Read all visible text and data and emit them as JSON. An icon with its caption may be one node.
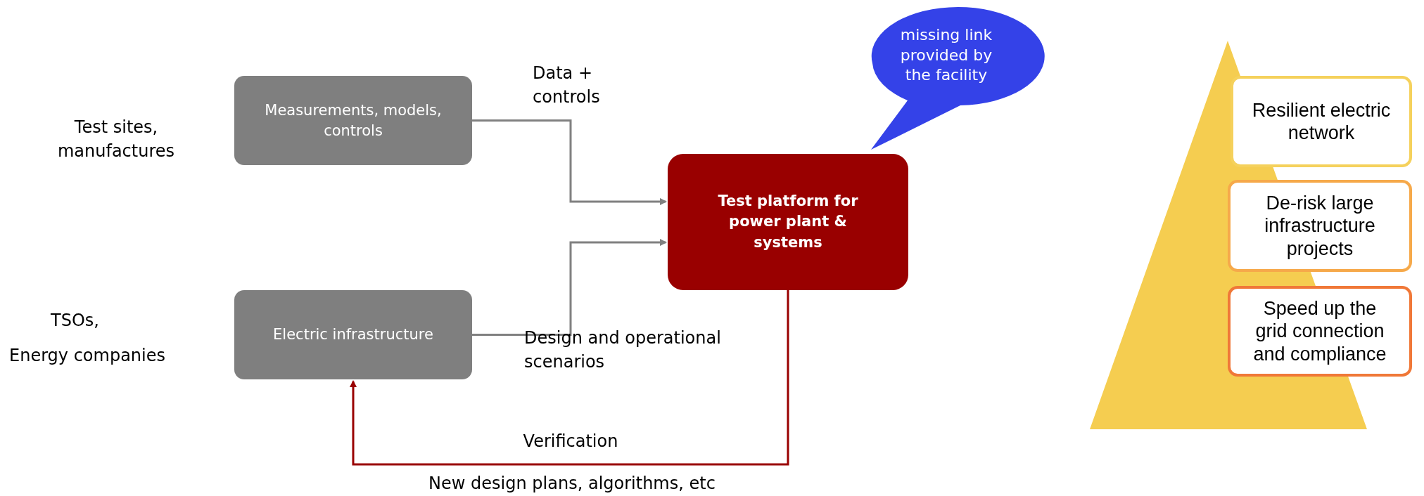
{
  "diagram": {
    "nodes": [
      {
        "text": [
          "Measurements, models, controls"
        ]
      },
      {
        "text": [
          "Electric infrastructure"
        ]
      },
      {
        "text": [
          "Test platform for power plant & systems"
        ]
      },
      {
        "text": [
          "missing link provided by the facility"
        ]
      },
      {
        "text": [
          "Resilient electric network"
        ]
      },
      {
        "text": [
          "De-risk large infrastructure projects"
        ]
      },
      {
        "text": [
          "Speed up the grid connection and compliance"
        ]
      }
    ],
    "edges": [
      {
        "from": 0,
        "to": 2,
        "arrow": "to",
        "label": "Data + controls"
      },
      {
        "from": 1,
        "to": 2,
        "arrow": "to",
        "label": "Design and operational scenarios"
      },
      {
        "from": 2,
        "to": 1,
        "arrow": "to",
        "label": "Verification",
        "color": "#990000"
      }
    ],
    "labels": [
      "Test sites, manufactures",
      "TSOs,",
      "Energy companies",
      "New design plans, algorithms, etc"
    ]
  }
}
